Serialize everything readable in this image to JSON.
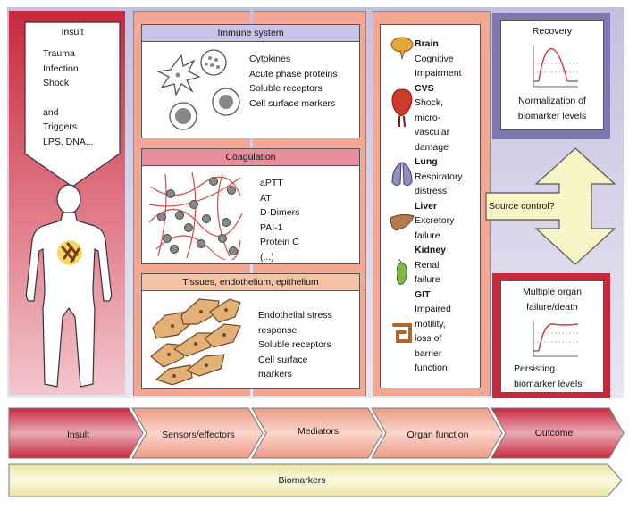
{
  "insult_box": {
    "title": "Insult",
    "items": [
      "Trauma",
      "Infection",
      "Shock"
    ],
    "and_label": "and",
    "triggers_label": "Triggers",
    "triggers_list": "LPS, DNA..."
  },
  "immune": {
    "header": "Immune system",
    "items": [
      "Cytokines",
      "Acute phase proteins",
      "Soluble receptors",
      "Cell surface markers"
    ]
  },
  "coagulation": {
    "header": "Coagulation",
    "items": [
      "aPTT",
      "AT",
      "D-Dimers",
      "PAI-1",
      "Protein C",
      "(...)"
    ]
  },
  "tissues": {
    "header": "Tissues, endothelium, epithelium",
    "items": [
      "Endothelial stress",
      "response",
      "Soluble receptors",
      "Cell surface",
      "markers"
    ]
  },
  "organs": [
    {
      "name": "Brain",
      "lines": [
        "Cognitive",
        "Impairment"
      ],
      "icon": "brain-icon"
    },
    {
      "name": "CVS",
      "lines": [
        "Shock,",
        "micro-",
        "vascular",
        "damage"
      ],
      "icon": "heart-icon"
    },
    {
      "name": "Lung",
      "lines": [
        "Respiratory",
        "distress"
      ],
      "icon": "lung-icon"
    },
    {
      "name": "Liver",
      "lines": [
        "Excretory",
        "failure"
      ],
      "icon": "liver-icon"
    },
    {
      "name": "Kidney",
      "lines": [
        "Renal",
        "failure"
      ],
      "icon": "kidney-icon"
    },
    {
      "name": "GIT",
      "lines": [
        "Impaired",
        "motility,",
        "loss of",
        "barrier",
        "function"
      ],
      "icon": "intestine-icon"
    }
  ],
  "recovery": {
    "title": "Recovery",
    "lines": [
      "Normalization of",
      "biomarker levels"
    ]
  },
  "source_control": "Source control?",
  "outcome_box": {
    "lines": [
      "Multiple organ",
      "failure/death"
    ],
    "bottom_lines": [
      "Persisting",
      "biomarker levels"
    ]
  },
  "stages": [
    "Insult",
    "Sensors/effectors",
    "Mediators",
    "Organ function",
    "Outcome"
  ],
  "biomarkers": "Biomarkers",
  "colors": {
    "insult_red": "#c8283d",
    "stage_salmon": "#f2a893",
    "immune_lavender": "#c9c4e6",
    "coag_pink": "#e98e9d",
    "tissue_peach": "#f4c2a4",
    "biomarker_yellow": "#f7f4c6",
    "recovery_border": "#7d77b2",
    "outcome_border": "#c8283d"
  }
}
